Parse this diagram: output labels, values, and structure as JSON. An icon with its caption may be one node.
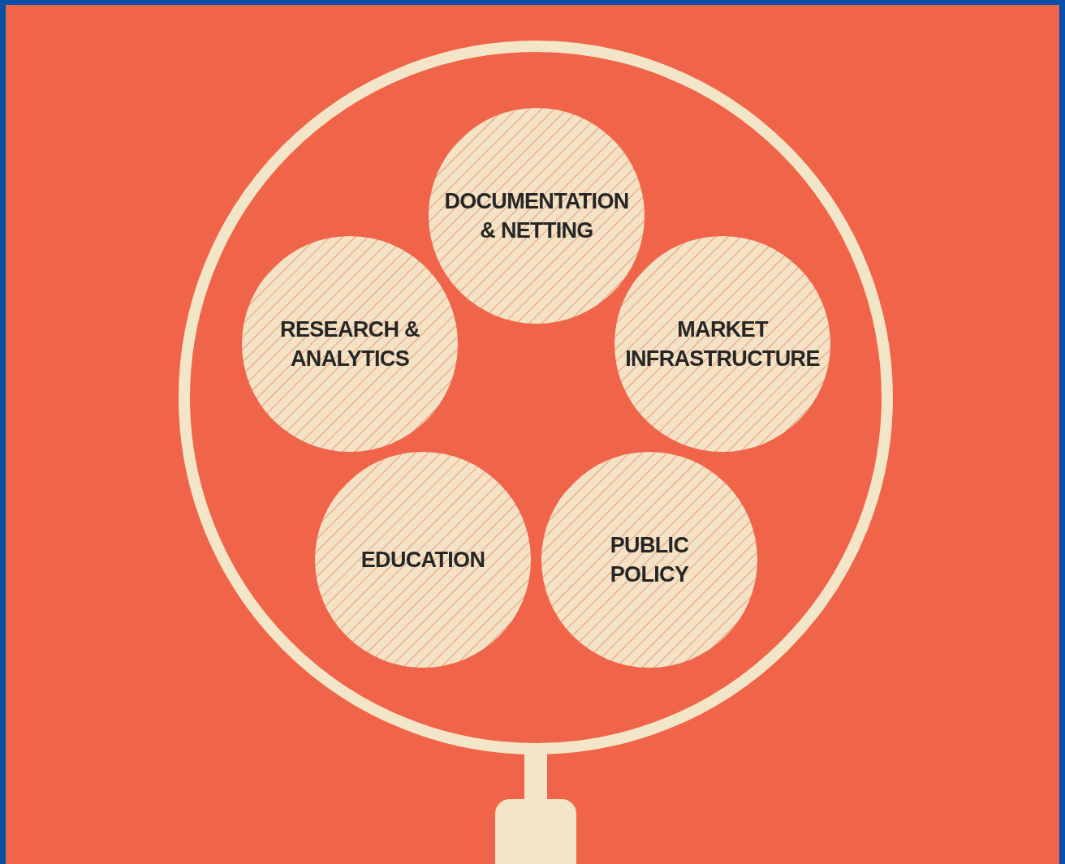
{
  "diagram": {
    "nodes": [
      {
        "text": [
          "DOCUMENTATION & NETTING"
        ]
      },
      {
        "text": [
          "RESEARCH & ANALYTICS"
        ]
      },
      {
        "text": [
          "MARKET INFRASTRUCTURE"
        ]
      },
      {
        "text": [
          "EDUCATION"
        ]
      },
      {
        "text": [
          "PUBLIC POLICY"
        ]
      }
    ]
  }
}
